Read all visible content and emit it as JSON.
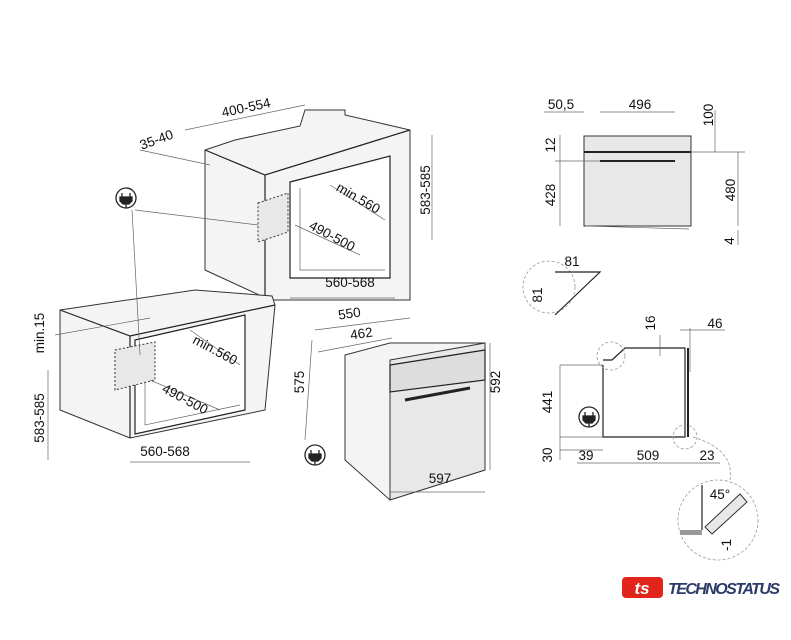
{
  "installation_diagram": {
    "column_cabinet": {
      "depth_range": "400-554",
      "back_gap": "35-40",
      "niche_height": "583-585",
      "niche_depth_min": "min.560",
      "niche_width_inner": "490-500",
      "niche_width": "560-568"
    },
    "undercounter_cabinet": {
      "top_gap": "min.15",
      "niche_depth_min": "min.560",
      "niche_width_inner": "490-500",
      "niche_height": "583-585",
      "niche_width": "560-568"
    },
    "oven": {
      "depth_total": "550",
      "depth_body": "462",
      "height_body": "575",
      "height_front": "592",
      "width_front": "597"
    },
    "front_view": {
      "left_offset": "50,5",
      "cavity_width": "496",
      "top_gap": "100",
      "panel_strip": "12",
      "cavity_height": "428",
      "body_height": "480",
      "bottom_gap": "4"
    },
    "side_view": {
      "chamfer_w": "81",
      "chamfer_h": "81",
      "top_offset": "16",
      "handle_depth": "46",
      "body_height": "441",
      "base_height": "30",
      "rear_gap": "39",
      "body_depth": "509",
      "door_depth": "23",
      "door_angle": "45°",
      "door_offset": "-1"
    }
  },
  "logo": {
    "mark": "ts",
    "brand": "TECHNOSTATUS",
    "red": "#e1251b",
    "navy": "#2b3a67"
  }
}
